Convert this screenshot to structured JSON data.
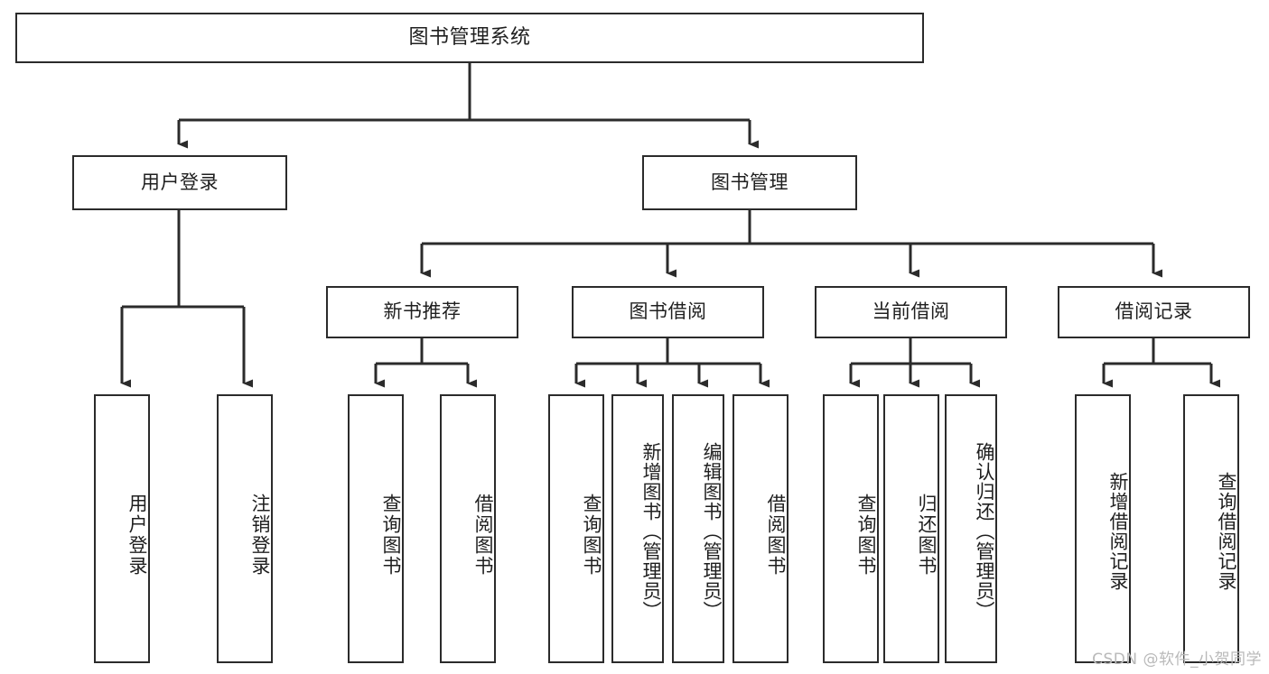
{
  "diagram": {
    "type": "tree-hierarchy",
    "title": "图书管理系统",
    "orientation": "top-down",
    "line_color": "#2b2b2b",
    "box_fill": "#ffffff",
    "text_color": "#1f1f1f",
    "root": {
      "label": "图书管理系统",
      "children": [
        {
          "label": "用户登录",
          "children": [
            {
              "label": "用户登录"
            },
            {
              "label": "注销登录"
            }
          ]
        },
        {
          "label": "图书管理",
          "children": [
            {
              "label": "新书推荐",
              "children": [
                {
                  "label": "查询图书"
                },
                {
                  "label": "借阅图书"
                }
              ]
            },
            {
              "label": "图书借阅",
              "children": [
                {
                  "label": "查询图书"
                },
                {
                  "label": "新增图书（管理员）"
                },
                {
                  "label": "编辑图书（管理员）"
                },
                {
                  "label": "借阅图书"
                }
              ]
            },
            {
              "label": "当前借阅",
              "children": [
                {
                  "label": "查询图书"
                },
                {
                  "label": "归还图书"
                },
                {
                  "label": "确认归还（管理员）"
                }
              ]
            },
            {
              "label": "借阅记录",
              "children": [
                {
                  "label": "新增借阅记录"
                },
                {
                  "label": "查询借阅记录"
                }
              ]
            }
          ]
        }
      ]
    }
  },
  "nodes": {
    "root": "图书管理系统",
    "user_login": "用户登录",
    "book_manage": "图书管理",
    "new_book_rec": "新书推荐",
    "book_borrow": "图书借阅",
    "current_borrow": "当前借阅",
    "borrow_record": "借阅记录",
    "leaf_user_login": "用户登录",
    "leaf_logout": "注销登录",
    "leaf_query_book_1": "查询图书",
    "leaf_borrow_book_1": "借阅图书",
    "leaf_query_book_2": "查询图书",
    "leaf_add_book": "新增图书（管理员）",
    "leaf_edit_book": "编辑图书（管理员）",
    "leaf_borrow_book_2": "借阅图书",
    "leaf_query_book_3": "查询图书",
    "leaf_return_book": "归还图书",
    "leaf_confirm_return": "确认归还（管理员）",
    "leaf_add_record": "新增借阅记录",
    "leaf_query_record": "查询借阅记录"
  },
  "watermark": {
    "text": "CSDN @软件_小贺同学"
  }
}
